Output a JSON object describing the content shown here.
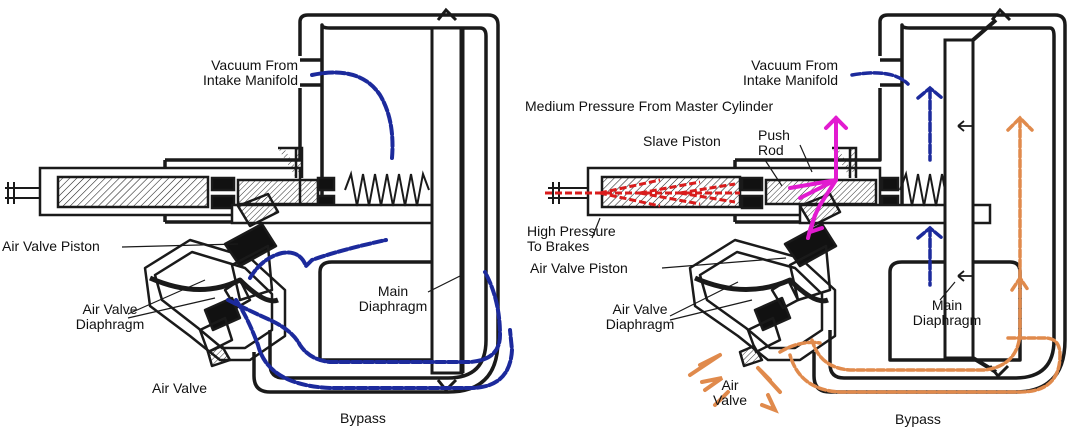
{
  "left": {
    "vacuum_line1": "Vacuum From",
    "vacuum_line2": "Intake Manifold",
    "air_valve_piston": "Air Valve Piston",
    "air_valve_diaphragm_line1": "Air Valve",
    "air_valve_diaphragm_line2": "Diaphragm",
    "main_diaphragm_line1": "Main",
    "main_diaphragm_line2": "Diaphragm",
    "air_valve": "Air Valve",
    "bypass": "Bypass"
  },
  "right": {
    "vacuum_line1": "Vacuum From",
    "vacuum_line2": "Intake Manifold",
    "medium_pressure": "Medium Pressure From Master Cylinder",
    "slave_piston": "Slave Piston",
    "push_rod_line1": "Push",
    "push_rod_line2": "Rod",
    "high_pressure_line1": "High Pressure",
    "high_pressure_line2": "To Brakes",
    "air_valve_piston": "Air Valve Piston",
    "air_valve_diaphragm_line1": "Air Valve",
    "air_valve_diaphragm_line2": "Diaphragm",
    "main_diaphragm_line1": "Main",
    "main_diaphragm_line2": "Diaphragm",
    "air_valve_line1": "Air",
    "air_valve_line2": "Valve",
    "bypass": "Bypass"
  },
  "colors": {
    "outline": "#1a1a1a",
    "vacuum": "#1c2a9c",
    "fluid_medium": "#e21bd0",
    "fluid_high": "#d91c1c",
    "atmosphere": "#e08a4c"
  }
}
